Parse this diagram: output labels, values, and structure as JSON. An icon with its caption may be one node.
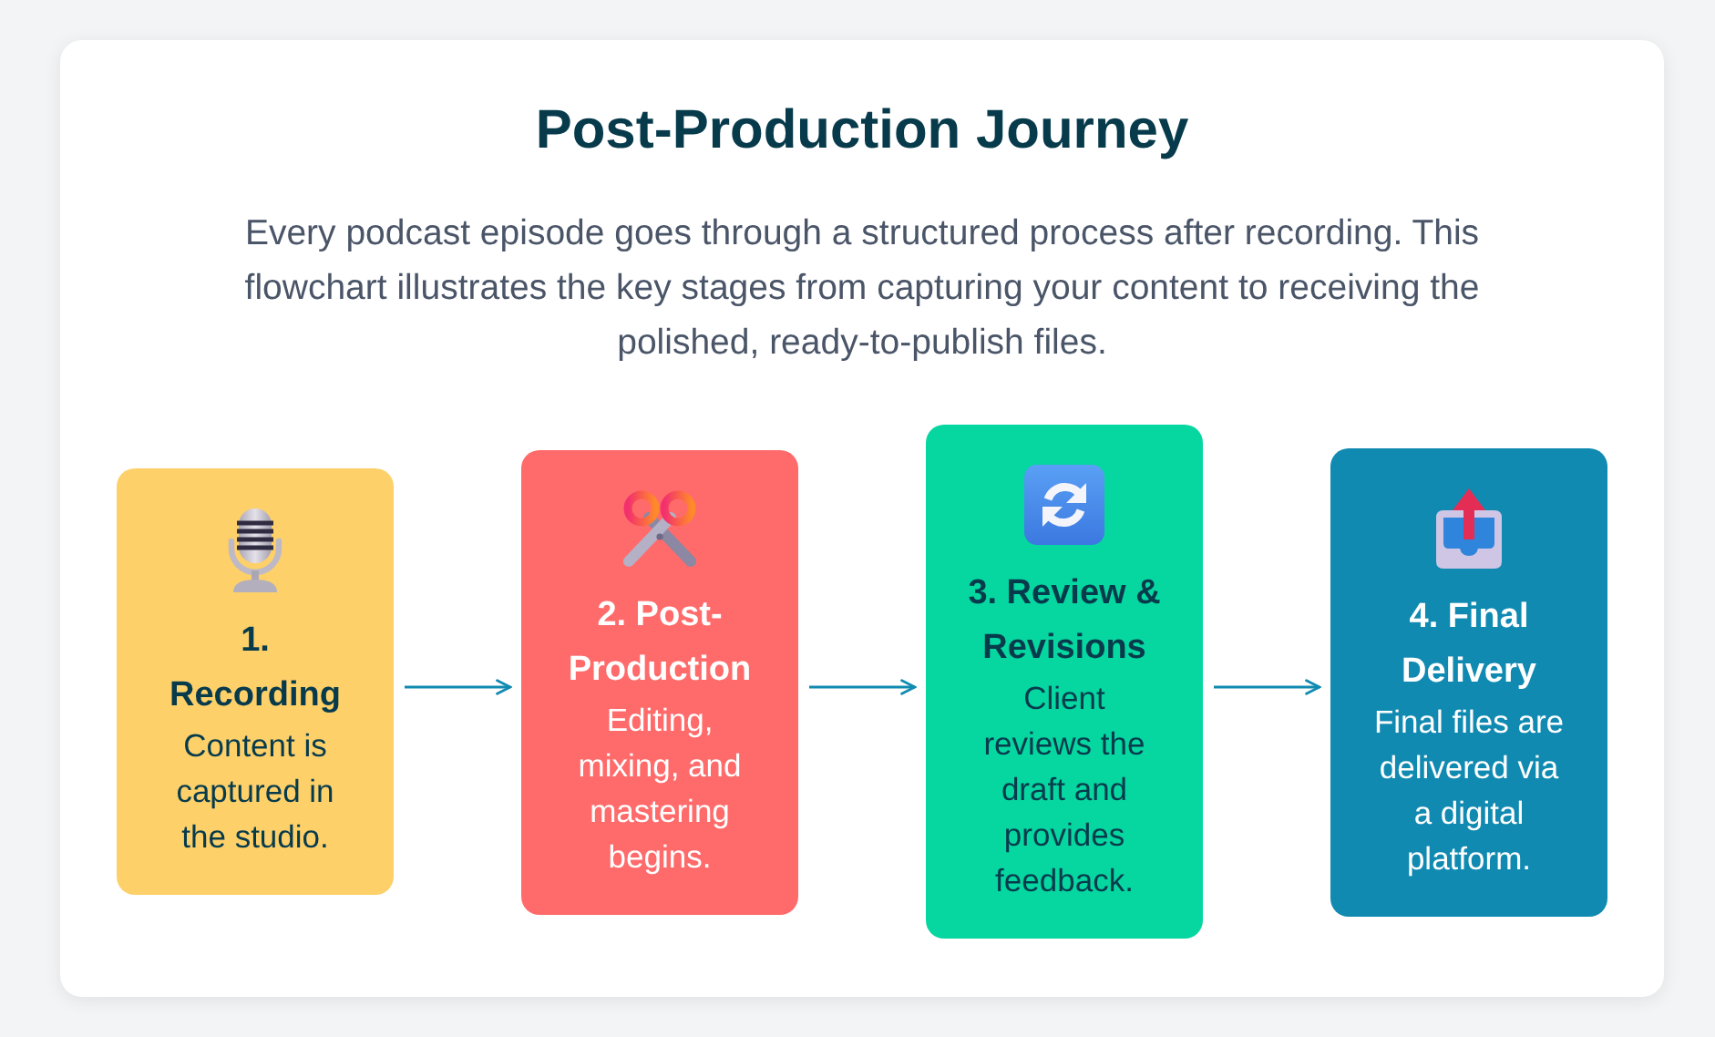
{
  "diagram": {
    "title": "Post-Production Journey",
    "nodes": [
      {
        "text": [
          "1. Recording",
          "Content is captured in the studio."
        ]
      },
      {
        "text": [
          "2. Post-Production",
          "Editing, mixing, and mastering begins."
        ]
      },
      {
        "text": [
          "3. Review & Revisions",
          "Client reviews the draft and provides feedback."
        ]
      },
      {
        "text": [
          "4. Final Delivery",
          "Final files are delivered via a digital platform."
        ]
      }
    ],
    "edges": [
      {
        "from": 0,
        "to": 1,
        "arrow": "to"
      },
      {
        "from": 1,
        "to": 2,
        "arrow": "to"
      },
      {
        "from": 2,
        "to": 3,
        "arrow": "to"
      }
    ],
    "labels": [
      "Every podcast episode goes through a structured process after recording. This flowchart illustrates the key stages from capturing your content to receiving the polished, ready-to-publish files."
    ]
  }
}
